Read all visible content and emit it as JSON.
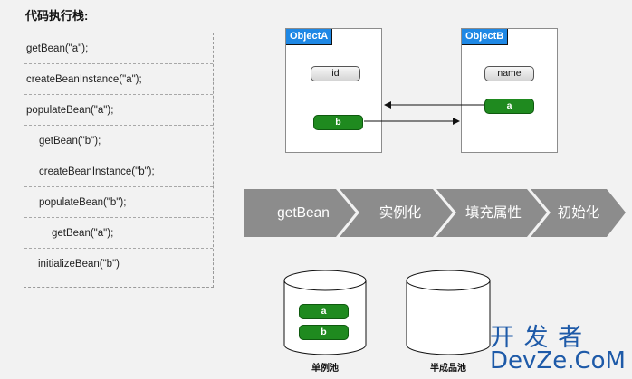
{
  "stack": {
    "title": "代码执行栈:",
    "items": [
      {
        "text": "getBean(\"a\");",
        "indent": 0
      },
      {
        "text": "createBeanInstance(\"a\");",
        "indent": 0
      },
      {
        "text": "populateBean(\"a\");",
        "indent": 0
      },
      {
        "text": "getBean(\"b\");",
        "indent": 1
      },
      {
        "text": "createBeanInstance(\"b\");",
        "indent": 1
      },
      {
        "text": "populateBean(\"b\");",
        "indent": 1
      },
      {
        "text": "getBean(\"a\");",
        "indent": 2
      },
      {
        "text": "initializeBean(\"b\")",
        "indent": 1
      }
    ]
  },
  "objects": {
    "a": {
      "title": "ObjectA",
      "field_plain": "id",
      "field_ref": "b"
    },
    "b": {
      "title": "ObjectB",
      "field_plain": "name",
      "field_ref": "a"
    }
  },
  "steps": [
    "getBean",
    "实例化",
    "填充属性",
    "初始化"
  ],
  "pools": {
    "singleton": {
      "label": "单例池",
      "items": [
        "a",
        "b"
      ]
    },
    "half": {
      "label": "半成品池",
      "items": []
    }
  },
  "watermark": {
    "line1": "开 发 者",
    "line2": "DevZe.CoM"
  },
  "colors": {
    "header_blue": "#1e88e5",
    "green": "#1f8a1f",
    "chevron": "#8c8c8c"
  }
}
